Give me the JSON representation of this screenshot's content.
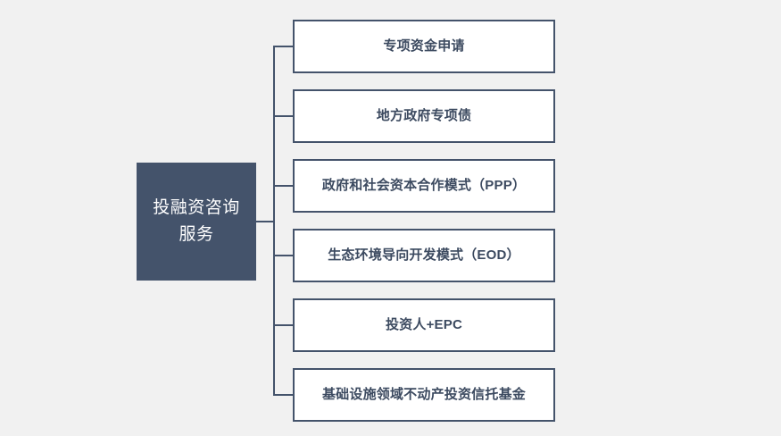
{
  "diagram": {
    "type": "tree-chart",
    "background_color": "#f1f1f1",
    "accent_color": "#44536b",
    "text_color": "#3c4a60",
    "root": {
      "label": "投融资咨询\n服务",
      "fill_color": "#44536b",
      "text_color": "#ffffff"
    },
    "branches": [
      {
        "label": "专项资金申请"
      },
      {
        "label": "地方政府专项债"
      },
      {
        "label": "政府和社会资本合作模式（PPP）"
      },
      {
        "label": "生态环境导向开发模式（EOD）"
      },
      {
        "label": "投资人+EPC"
      },
      {
        "label": "基础设施领域不动产投资信托基金"
      }
    ]
  }
}
